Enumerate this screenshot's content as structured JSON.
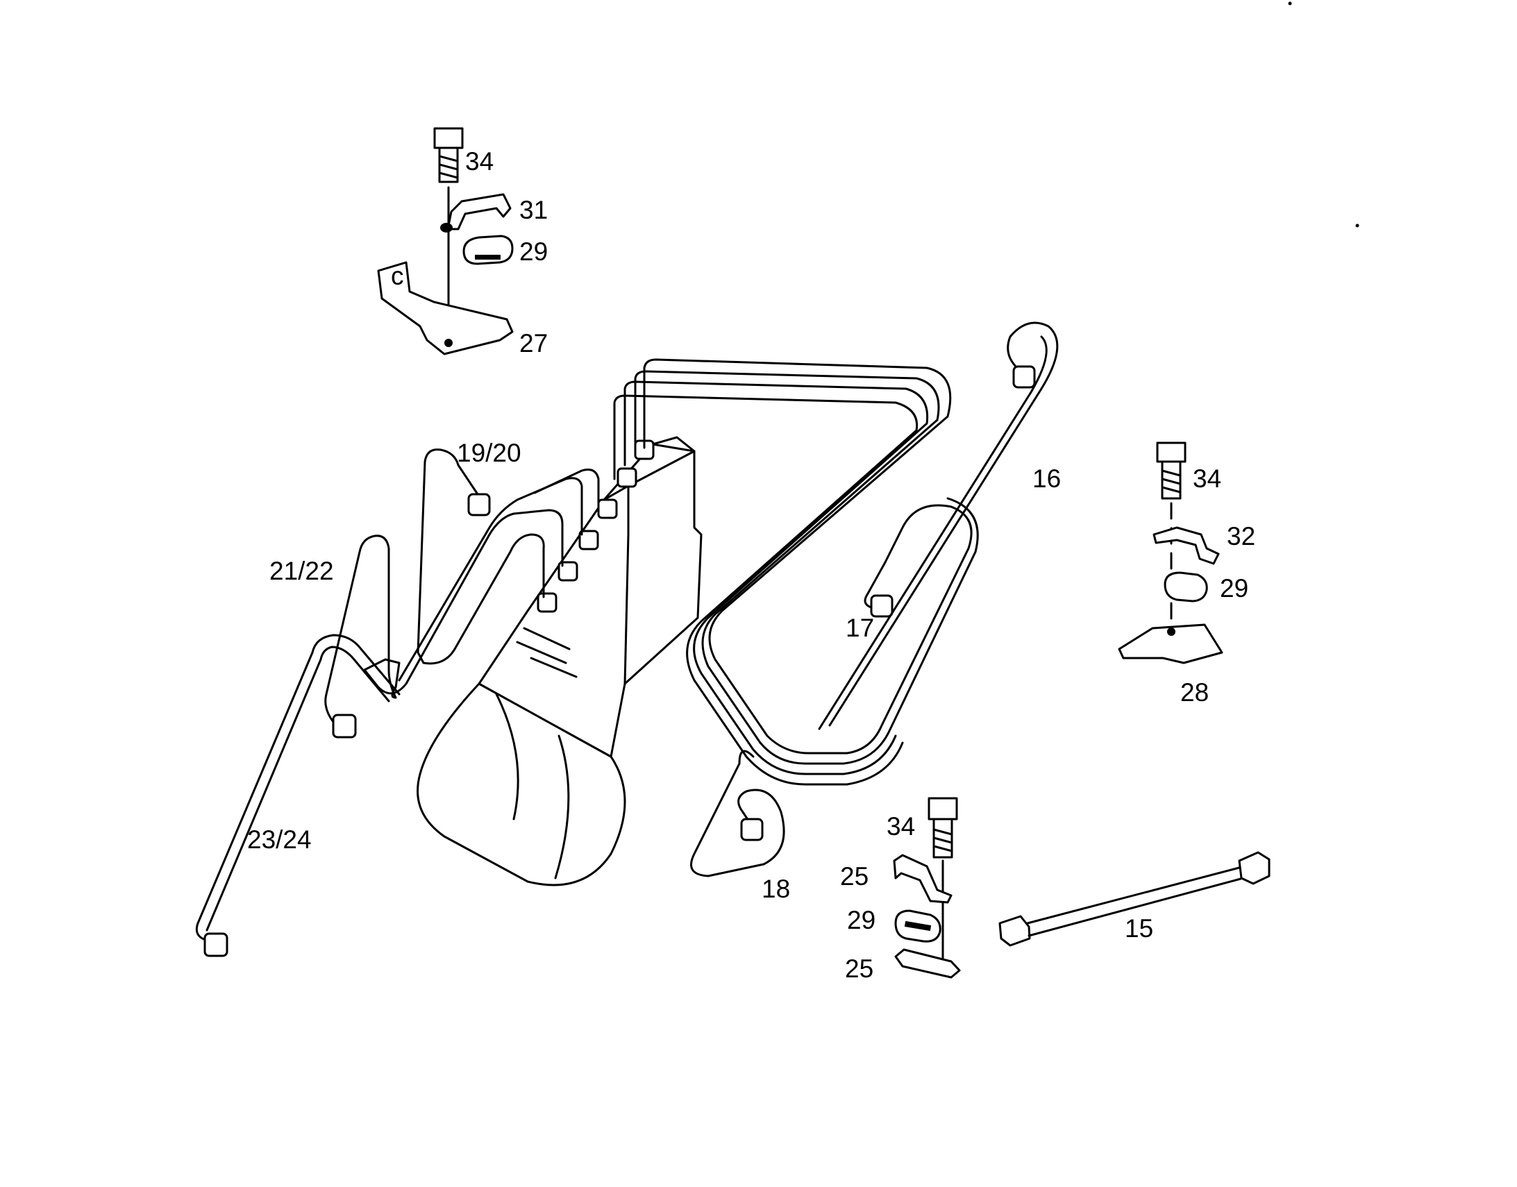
{
  "diagram": {
    "labels": [
      {
        "id": "lbl-34-top",
        "text": "34"
      },
      {
        "id": "lbl-31",
        "text": "31"
      },
      {
        "id": "lbl-29-top",
        "text": "29"
      },
      {
        "id": "lbl-27",
        "text": "27"
      },
      {
        "id": "lbl-19-20",
        "text": "19/20"
      },
      {
        "id": "lbl-21-22",
        "text": "21/22"
      },
      {
        "id": "lbl-23-24",
        "text": "23/24"
      },
      {
        "id": "lbl-16",
        "text": "16"
      },
      {
        "id": "lbl-17",
        "text": "17"
      },
      {
        "id": "lbl-18",
        "text": "18"
      },
      {
        "id": "lbl-34-right",
        "text": "34"
      },
      {
        "id": "lbl-32",
        "text": "32"
      },
      {
        "id": "lbl-29-right",
        "text": "29"
      },
      {
        "id": "lbl-28",
        "text": "28"
      },
      {
        "id": "lbl-34-bottom",
        "text": "34"
      },
      {
        "id": "lbl-25-top",
        "text": "25"
      },
      {
        "id": "lbl-29-bottom",
        "text": "29"
      },
      {
        "id": "lbl-25-bottom",
        "text": "25"
      },
      {
        "id": "lbl-15",
        "text": "15"
      }
    ]
  }
}
